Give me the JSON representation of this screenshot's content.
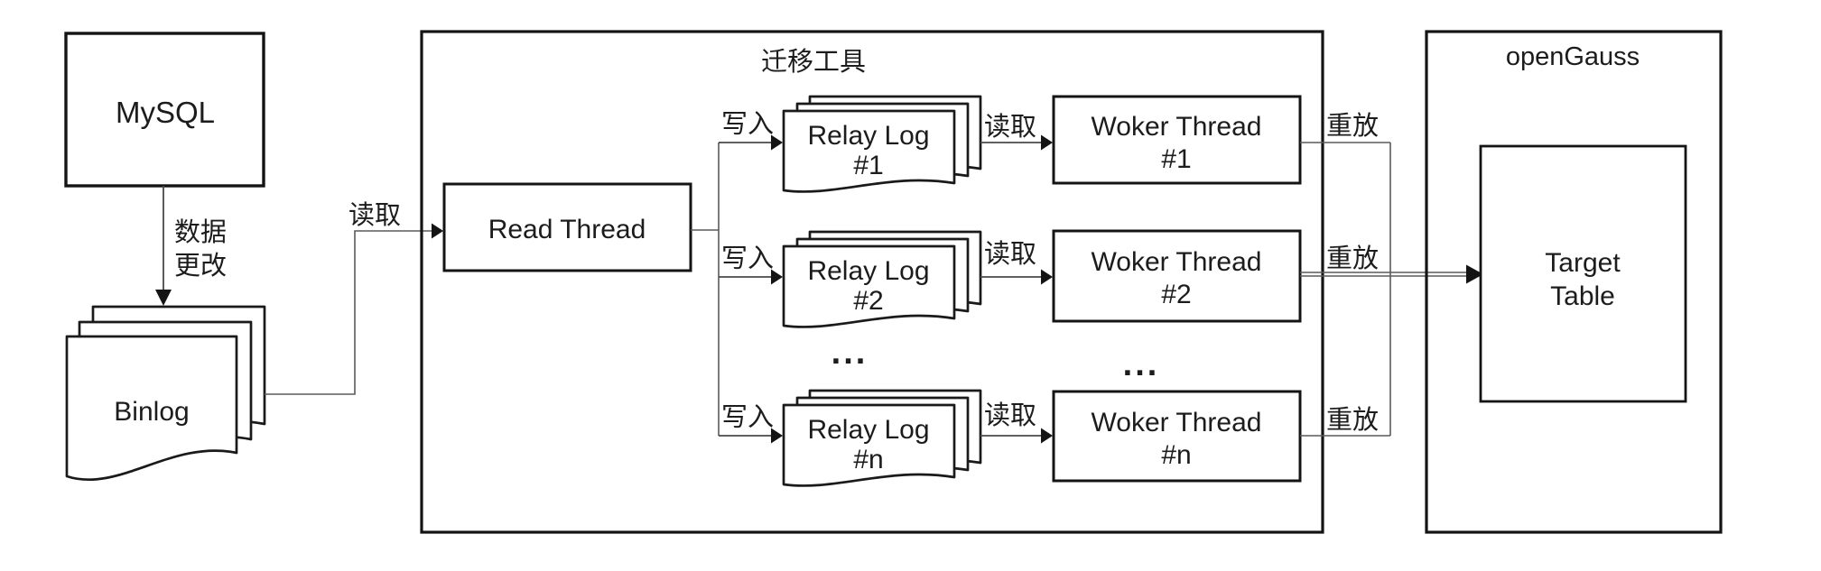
{
  "mysql": {
    "label": "MySQL"
  },
  "data_change": {
    "line1": "数据",
    "line2": "更改"
  },
  "binlog": {
    "label": "Binlog"
  },
  "read_edge_label": "读取",
  "migration_tool": {
    "title": "迁移工具",
    "read_thread_label": "Read Thread",
    "relay_ellipsis": "...",
    "worker_ellipsis": "...",
    "rows": [
      {
        "write_label": "写入",
        "relay_line1": "Relay Log",
        "relay_line2": "#1",
        "read_label": "读取",
        "worker_line1": "Woker Thread",
        "worker_line2": "#1",
        "replay_label": "重放"
      },
      {
        "write_label": "写入",
        "relay_line1": "Relay Log",
        "relay_line2": "#2",
        "read_label": "读取",
        "worker_line1": "Woker Thread",
        "worker_line2": "#2",
        "replay_label": "重放"
      },
      {
        "write_label": "写入",
        "relay_line1": "Relay Log",
        "relay_line2": "#n",
        "read_label": "读取",
        "worker_line1": "Woker Thread",
        "worker_line2": "#n",
        "replay_label": "重放"
      }
    ]
  },
  "opengauss": {
    "title": "openGauss",
    "target_table": {
      "line1": "Target",
      "line2": "Table"
    }
  },
  "colors": {
    "background": "#ffffff",
    "box_stroke": "#141414",
    "connector": "#4a4a4a",
    "text": "#1c1c1c"
  }
}
